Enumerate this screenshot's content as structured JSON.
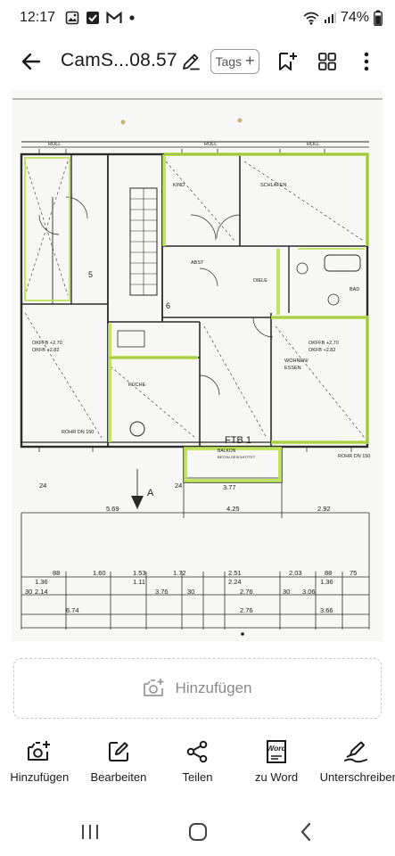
{
  "status": {
    "time": "12:17",
    "battery": "74%",
    "notification_icons": [
      "image-icon",
      "checkbox-icon",
      "gmail-icon",
      "dot-icon"
    ]
  },
  "appbar": {
    "title": "CamS...08.57",
    "tags_label": "Tags",
    "tags_plus": "+"
  },
  "document": {
    "plan_labels": {
      "kind": "KIND",
      "schlafen": "SCHLAFEN",
      "diele": "DIELE",
      "bad": "BAD",
      "abst": "ABST",
      "wohnen": "WOHNEN/",
      "essen": "ESSEN",
      "kueche": "KÜCHE",
      "ftb": "FTB 1",
      "balkon": "BALKON",
      "balkon_sub": "BETON GESCHOTTET",
      "a_mark": "A",
      "dim_377": "3.77",
      "dim_425": "4.25",
      "dim_292": "2.92",
      "dim_569": "5.69",
      "dim_24a": "24",
      "dim_24b": "24",
      "dim_674": "6.74",
      "dim_276a": "2.76",
      "dim_276b": "2.76",
      "dim_366": "3.66",
      "dim_376": "3.76",
      "dim_214": "2.14",
      "dim_153": "1.53",
      "dim_172": "1.72",
      "dim_251": "2.51",
      "dim_224": "2.24",
      "dim_203": "2.03",
      "dim_306": "3.06",
      "dim_136a": "1.36",
      "dim_136b": "1.36",
      "dim_160": "1.60",
      "dim_111": "1.11",
      "dim_30a": "30",
      "dim_30b": "30",
      "dim_30c": "30",
      "dim_75": "75",
      "dim_88a": "88",
      "dim_88b": "88",
      "okffb_l": "OKFFB +2.70",
      "okfb_l": "OKFB +2.82",
      "okffb_r": "OKFFB +2.70",
      "okfb_r": "OKFB +2.82",
      "rohr_l": "ROHR DN 150",
      "rohr_r": "ROHR DN 150",
      "roll_a": "ROLL",
      "roll_b": "ROLL",
      "roll_c": "ROLL",
      "num_5": "5",
      "num_6": "6"
    }
  },
  "add_page": {
    "label": "Hinzufügen"
  },
  "toolbar": {
    "items": [
      {
        "label": "Hinzufügen"
      },
      {
        "label": "Bearbeiten"
      },
      {
        "label": "Teilen"
      },
      {
        "label": "zu Word",
        "icon_text": "Word"
      },
      {
        "label": "Unterschreiben"
      }
    ]
  },
  "colors": {
    "accent_green": "#b8e04a",
    "plan_line": "#2a2a2a",
    "text_dark": "#1a1a1a",
    "text_muted": "#8a8a8a"
  }
}
